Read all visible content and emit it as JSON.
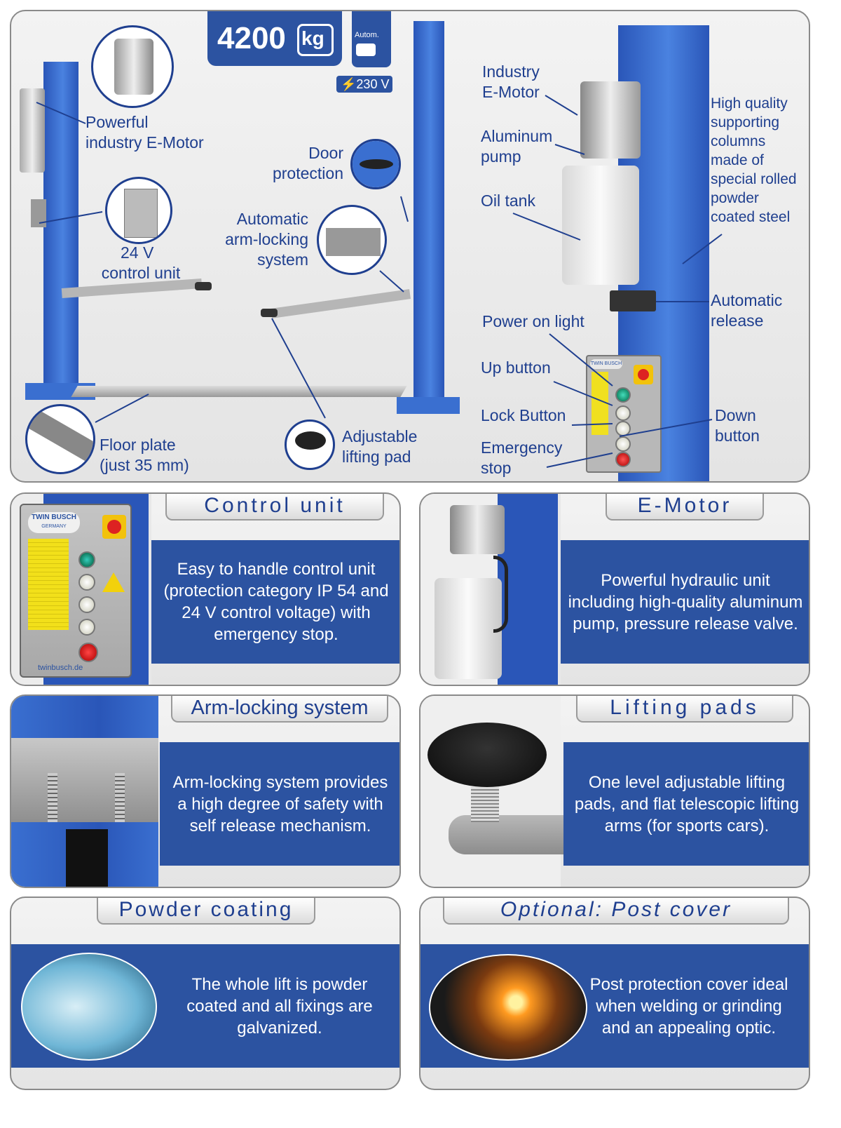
{
  "hero": {
    "capacity_value": "4200",
    "capacity_unit": "kg",
    "autom_label": "Autom.",
    "voltage_label": "230 V",
    "labels": {
      "powerful_motor_1": "Powerful",
      "powerful_motor_2": "industry E-Motor",
      "control_unit_1": "24 V",
      "control_unit_2": "control unit",
      "door_protection_1": "Door",
      "door_protection_2": "protection",
      "arm_locking_1": "Automatic",
      "arm_locking_2": "arm-locking",
      "arm_locking_3": "system",
      "floor_plate_1": "Floor plate",
      "floor_plate_2": "(just 35 mm)",
      "lifting_pad_1": "Adjustable",
      "lifting_pad_2": "lifting pad",
      "industry_motor_1": "Industry",
      "industry_motor_2": "E-Motor",
      "aluminum_pump_1": "Aluminum",
      "aluminum_pump_2": "pump",
      "oil_tank": "Oil tank",
      "columns_1": "High quality",
      "columns_2": "supporting",
      "columns_3": "columns",
      "columns_4": "made of",
      "columns_5": "special rolled",
      "columns_6": "powder",
      "columns_7": "coated steel",
      "auto_release_1": "Automatic",
      "auto_release_2": "release",
      "power_on_light": "Power on light",
      "up_button": "Up button",
      "lock_button": "Lock Button",
      "down_button_1": "Down",
      "down_button_2": "button",
      "emergency_stop_1": "Emergency",
      "emergency_stop_2": "stop"
    },
    "brand_badge": "TWIN BUSCH"
  },
  "features": [
    {
      "title": "Control unit",
      "body": "Easy to handle control unit (protection category IP 54 and 24 V control voltage) with emergency stop.",
      "brand_top": "TWIN BUSCH",
      "brand_sub": "GERMANY",
      "web": "twinbusch.de"
    },
    {
      "title": "E-Motor",
      "body": "Powerful hydraulic unit including high-quality aluminum pump, pressure release valve."
    },
    {
      "title": "Arm-locking system",
      "body": "Arm-locking system provides a high degree of safety with self release mechanism."
    },
    {
      "title": "Lifting pads",
      "body": "One level adjustable lifting pads, and flat telescopic lifting arms (for sports cars)."
    },
    {
      "title": "Powder coating",
      "body": "The whole lift is powder coated and all fixings are galvanized."
    },
    {
      "title": "Optional: Post cover",
      "body": "Post protection cover ideal when welding or grinding and an appealing optic."
    }
  ],
  "colors": {
    "brand_blue": "#2c53a1",
    "text_blue": "#1f3f8f",
    "post_blue": "#3a6fd0"
  }
}
